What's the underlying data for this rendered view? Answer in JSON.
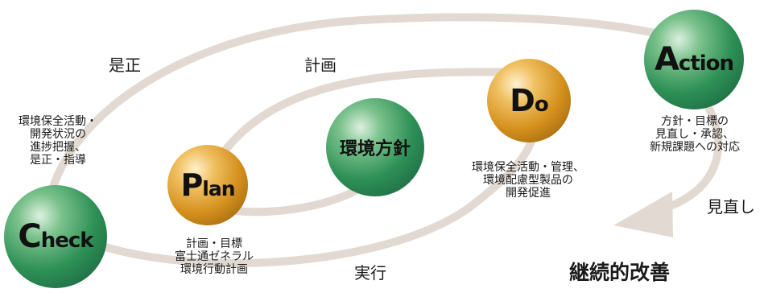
{
  "balls": {
    "check": {
      "big": "C",
      "rest": "heck"
    },
    "plan": {
      "big": "P",
      "rest": "lan"
    },
    "do": {
      "big": "D",
      "rest": "o"
    },
    "action": {
      "big": "A",
      "rest": "ction"
    },
    "policy": {
      "label": "環境方針"
    }
  },
  "labels": {
    "correction": "是正",
    "planning": "計画",
    "execution": "実行",
    "review": "見直し",
    "continuous_improvement": "継続的改善"
  },
  "descriptions": {
    "check": [
      "環境保全活動・",
      "開発状況の",
      "進捗把握、",
      "是正・指導"
    ],
    "plan": [
      "計画・目標",
      "富士通ゼネラル",
      "環境行動計画"
    ],
    "do": [
      "環境保全活動・管理、",
      "環境配慮型製品の",
      "開発促進"
    ],
    "action": [
      "方針・目標の",
      "見直し・承認、",
      "新規課題への対応"
    ]
  },
  "colors": {
    "path": "#e2dad2",
    "green": "#2e9156",
    "gold": "#d6921f"
  }
}
